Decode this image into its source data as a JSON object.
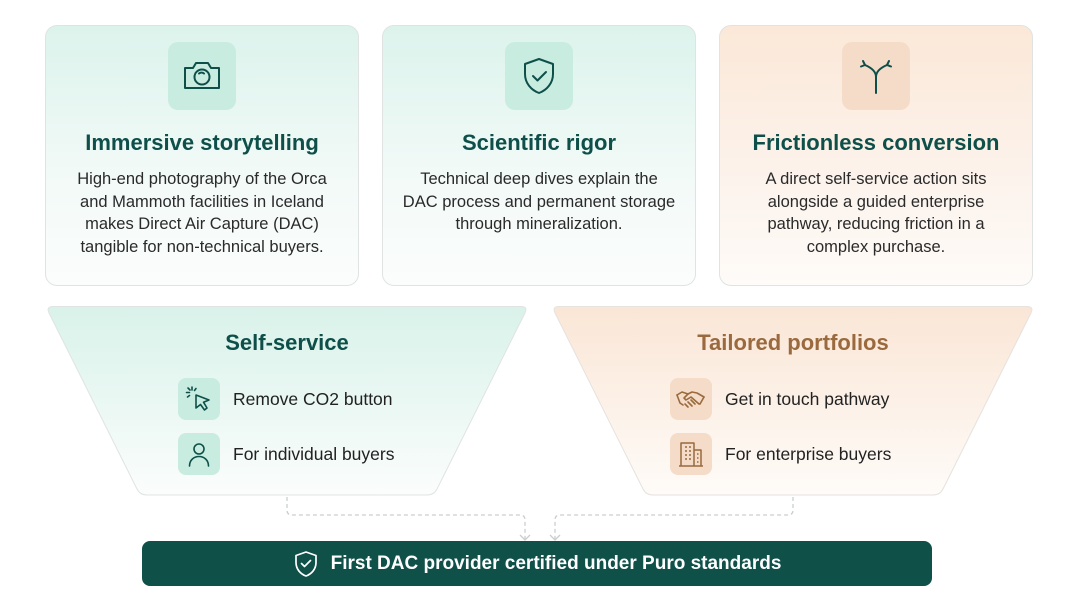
{
  "cards": [
    {
      "title": "Immersive storytelling",
      "body": "High-end photography of the Orca and Mammoth facilities in Iceland makes Direct Air Capture (DAC) tangible for non-technical buyers.",
      "icon": "camera-icon"
    },
    {
      "title": "Scientific rigor",
      "body": "Technical deep dives explain the DAC process and permanent storage through mineralization.",
      "icon": "shield-check-icon"
    },
    {
      "title": "Frictionless conversion",
      "body": "A direct self-service action sits alongside a guided enterprise pathway, reducing friction in a complex purchase.",
      "icon": "split-arrow-icon"
    }
  ],
  "paths": [
    {
      "title": "Self-service",
      "items": [
        {
          "label": "Remove CO2 button",
          "icon": "cursor-click-icon"
        },
        {
          "label": "For individual buyers",
          "icon": "person-icon"
        }
      ]
    },
    {
      "title": "Tailored portfolios",
      "items": [
        {
          "label": "Get in touch pathway",
          "icon": "handshake-icon"
        },
        {
          "label": "For enterprise buyers",
          "icon": "building-icon"
        }
      ]
    }
  ],
  "banner": {
    "label": "First DAC provider certified under Puro standards",
    "icon": "shield-check-icon"
  },
  "colors": {
    "teal_dark": "#0e4f4a",
    "brown": "#9a6a3e",
    "banner_bg": "#0f5049",
    "teal_bg": "#dcf3ec",
    "peach_bg": "#fbe8d8"
  }
}
